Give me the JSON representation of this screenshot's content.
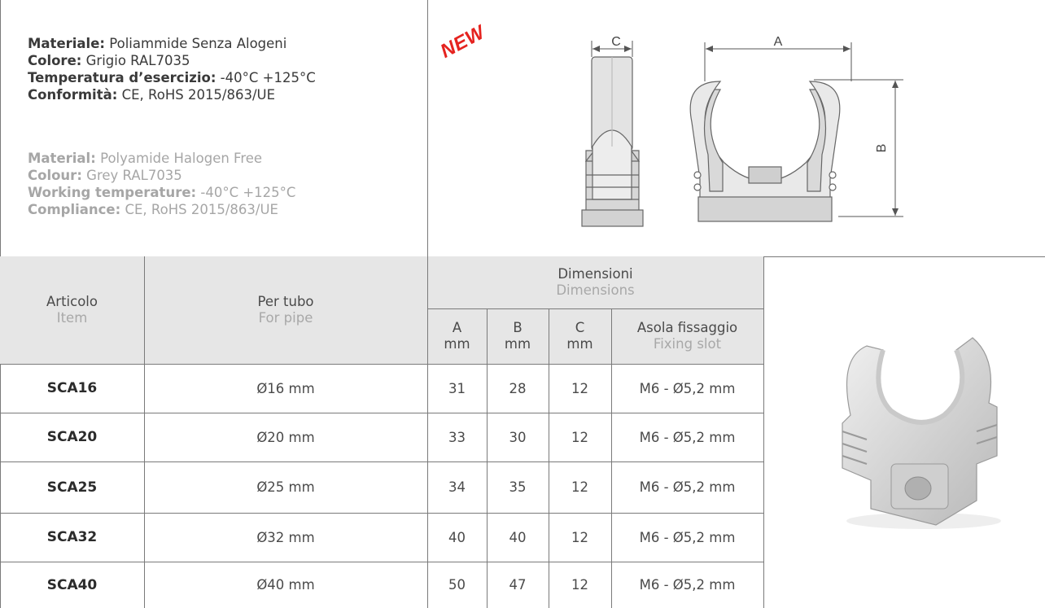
{
  "spec_it": {
    "material_key": "Materiale:",
    "material_val": "Poliammide Senza Alogeni",
    "colour_key": "Colore:",
    "colour_val": "Grigio RAL7035",
    "temp_key": "Temperatura d’esercizio:",
    "temp_val": "-40°C +125°C",
    "comp_key": "Conformità:",
    "comp_val": "CE, RoHS 2015/863/UE"
  },
  "spec_en": {
    "material_key": "Material:",
    "material_val": "Polyamide Halogen Free",
    "colour_key": "Colour:",
    "colour_val": "Grey RAL7035",
    "temp_key": "Working temperature:",
    "temp_val": "-40°C +125°C",
    "comp_key": "Compliance:",
    "comp_val": "CE, RoHS 2015/863/UE"
  },
  "badge": "NEW",
  "drawing": {
    "dim_a": "A",
    "dim_b": "B",
    "dim_c": "C"
  },
  "table": {
    "header": {
      "item_it": "Articolo",
      "item_en": "Item",
      "pipe_it": "Per tubo",
      "pipe_en": "For pipe",
      "dims_it": "Dimensioni",
      "dims_en": "Dimensions",
      "a": "A",
      "b": "B",
      "c": "C",
      "unit": "mm",
      "slot_it": "Asola fissaggio",
      "slot_en": "Fixing slot"
    },
    "rows": [
      {
        "code": "SCA16",
        "pipe": "Ø16 mm",
        "a": "31",
        "b": "28",
        "c": "12",
        "slot": "M6 - Ø5,2 mm"
      },
      {
        "code": "SCA20",
        "pipe": "Ø20 mm",
        "a": "33",
        "b": "30",
        "c": "12",
        "slot": "M6 - Ø5,2 mm"
      },
      {
        "code": "SCA25",
        "pipe": "Ø25 mm",
        "a": "34",
        "b": "35",
        "c": "12",
        "slot": "M6 - Ø5,2 mm"
      },
      {
        "code": "SCA32",
        "pipe": "Ø32 mm",
        "a": "40",
        "b": "40",
        "c": "12",
        "slot": "M6 - Ø5,2 mm"
      },
      {
        "code": "SCA40",
        "pipe": "Ø40 mm",
        "a": "50",
        "b": "47",
        "c": "12",
        "slot": "M6 - Ø5,2 mm"
      }
    ]
  },
  "colors": {
    "accent_new": "#e5231f",
    "header_bg": "#e6e6e6",
    "border": "#7a7a7a"
  }
}
